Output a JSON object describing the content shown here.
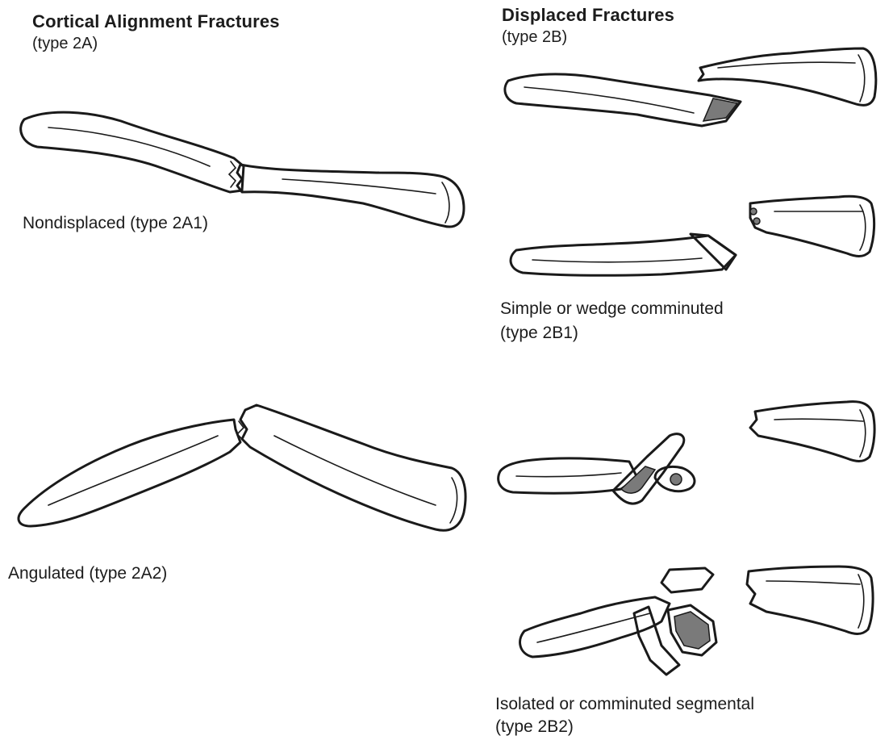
{
  "left_panel": {
    "heading": "Cortical Alignment Fractures",
    "subheading": "(type 2A)",
    "caption_top": "Nondisplaced (type 2A1)",
    "caption_bottom": "Angulated (type 2A2)"
  },
  "right_panel": {
    "heading": "Displaced Fractures",
    "subheading": "(type 2B)",
    "caption_middle_line1": "Simple or wedge comminuted",
    "caption_middle_line2": "(type 2B1)",
    "caption_bottom_line1": "Isolated or comminuted segmental",
    "caption_bottom_line2": "(type 2B2)"
  }
}
